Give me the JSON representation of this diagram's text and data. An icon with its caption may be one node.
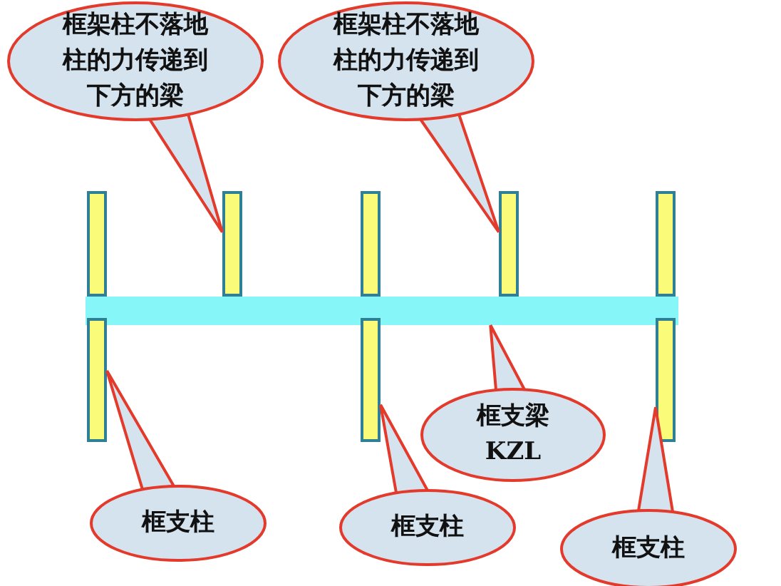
{
  "diagram": {
    "nodes": [
      {
        "text": [
          "框架柱不落地柱的力传递到下方的梁"
        ]
      },
      {
        "text": [
          "框架柱不落地柱的力传递到下方的梁"
        ]
      },
      {
        "text": [],
        "shape": "bar"
      },
      {
        "text": [],
        "shape": "bar"
      },
      {
        "text": [],
        "shape": "bar"
      },
      {
        "text": [],
        "shape": "bar"
      },
      {
        "text": [],
        "shape": "bar"
      },
      {
        "text": [],
        "shape": "bar"
      },
      {
        "text": [],
        "shape": "bar"
      },
      {
        "text": [],
        "shape": "bar"
      },
      {
        "text": [],
        "shape": "bar"
      },
      {
        "text": [
          "框支梁",
          "KZL"
        ]
      },
      {
        "text": [
          "框支柱"
        ]
      },
      {
        "text": [
          "框支柱"
        ]
      },
      {
        "text": [
          "框支柱"
        ]
      }
    ],
    "edges": [
      {
        "from": 0,
        "to": 3,
        "arrow": "none"
      },
      {
        "from": 1,
        "to": 5,
        "arrow": "none"
      },
      {
        "from": 11,
        "to": 7,
        "arrow": "none"
      },
      {
        "from": 12,
        "to": 8,
        "arrow": "none"
      },
      {
        "from": 13,
        "to": 9,
        "arrow": "none"
      },
      {
        "from": 14,
        "to": 10,
        "arrow": "none"
      }
    ]
  }
}
